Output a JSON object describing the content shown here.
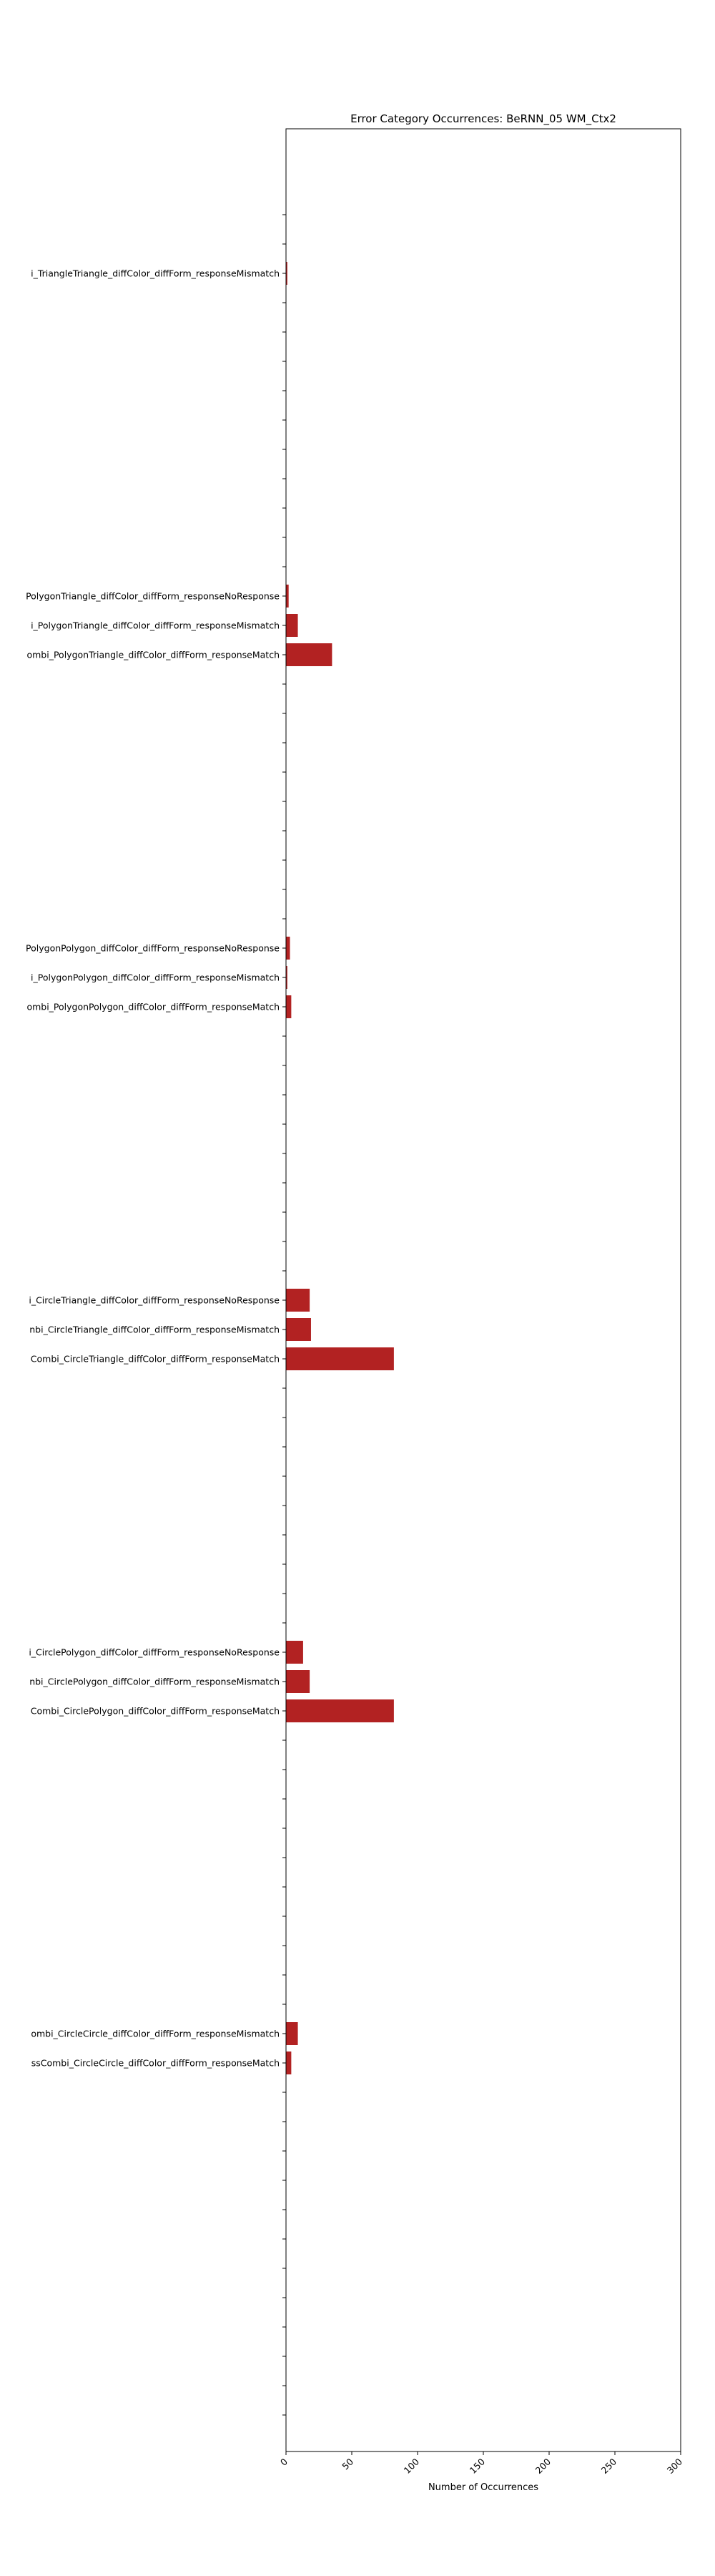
{
  "chart_data": {
    "type": "bar",
    "orientation": "horizontal",
    "title": "Error Category Occurrences: BeRNN_05 WM_Ctx2",
    "xlabel": "Number of Occurrences",
    "ylabel": "",
    "xlim": [
      0,
      300
    ],
    "xticks": [
      0,
      50,
      100,
      150,
      200,
      250,
      300
    ],
    "grid": false,
    "bar_color": "#b22222",
    "num_category_slots": 76,
    "categories_top_to_bottom": [
      {
        "label": "",
        "value": 0
      },
      {
        "label": "",
        "value": 0
      },
      {
        "label": "i_TriangleTriangle_diffColor_diffForm_responseMismatch",
        "value": 1
      },
      {
        "label": "",
        "value": 0
      },
      {
        "label": "",
        "value": 0
      },
      {
        "label": "",
        "value": 0
      },
      {
        "label": "",
        "value": 0
      },
      {
        "label": "",
        "value": 0
      },
      {
        "label": "",
        "value": 0
      },
      {
        "label": "",
        "value": 0
      },
      {
        "label": "",
        "value": 0
      },
      {
        "label": "",
        "value": 0
      },
      {
        "label": "",
        "value": 0
      },
      {
        "label": "PolygonTriangle_diffColor_diffForm_responseNoResponse",
        "value": 2
      },
      {
        "label": "i_PolygonTriangle_diffColor_diffForm_responseMismatch",
        "value": 9
      },
      {
        "label": "ombi_PolygonTriangle_diffColor_diffForm_responseMatch",
        "value": 35
      },
      {
        "label": "",
        "value": 0
      },
      {
        "label": "",
        "value": 0
      },
      {
        "label": "",
        "value": 0
      },
      {
        "label": "",
        "value": 0
      },
      {
        "label": "",
        "value": 0
      },
      {
        "label": "",
        "value": 0
      },
      {
        "label": "",
        "value": 0
      },
      {
        "label": "",
        "value": 0
      },
      {
        "label": "",
        "value": 0
      },
      {
        "label": "PolygonPolygon_diffColor_diffForm_responseNoResponse",
        "value": 3
      },
      {
        "label": "i_PolygonPolygon_diffColor_diffForm_responseMismatch",
        "value": 1
      },
      {
        "label": "ombi_PolygonPolygon_diffColor_diffForm_responseMatch",
        "value": 4
      },
      {
        "label": "",
        "value": 0
      },
      {
        "label": "",
        "value": 0
      },
      {
        "label": "",
        "value": 0
      },
      {
        "label": "",
        "value": 0
      },
      {
        "label": "",
        "value": 0
      },
      {
        "label": "",
        "value": 0
      },
      {
        "label": "",
        "value": 0
      },
      {
        "label": "",
        "value": 0
      },
      {
        "label": "",
        "value": 0
      },
      {
        "label": "i_CircleTriangle_diffColor_diffForm_responseNoResponse",
        "value": 18
      },
      {
        "label": "nbi_CircleTriangle_diffColor_diffForm_responseMismatch",
        "value": 19
      },
      {
        "label": "Combi_CircleTriangle_diffColor_diffForm_responseMatch",
        "value": 82
      },
      {
        "label": "",
        "value": 0
      },
      {
        "label": "",
        "value": 0
      },
      {
        "label": "",
        "value": 0
      },
      {
        "label": "",
        "value": 0
      },
      {
        "label": "",
        "value": 0
      },
      {
        "label": "",
        "value": 0
      },
      {
        "label": "",
        "value": 0
      },
      {
        "label": "",
        "value": 0
      },
      {
        "label": "",
        "value": 0
      },
      {
        "label": "i_CirclePolygon_diffColor_diffForm_responseNoResponse",
        "value": 13
      },
      {
        "label": "nbi_CirclePolygon_diffColor_diffForm_responseMismatch",
        "value": 18
      },
      {
        "label": "Combi_CirclePolygon_diffColor_diffForm_responseMatch",
        "value": 82
      },
      {
        "label": "",
        "value": 0
      },
      {
        "label": "",
        "value": 0
      },
      {
        "label": "",
        "value": 0
      },
      {
        "label": "",
        "value": 0
      },
      {
        "label": "",
        "value": 0
      },
      {
        "label": "",
        "value": 0
      },
      {
        "label": "",
        "value": 0
      },
      {
        "label": "",
        "value": 0
      },
      {
        "label": "",
        "value": 0
      },
      {
        "label": "",
        "value": 0
      },
      {
        "label": "ombi_CircleCircle_diffColor_diffForm_responseMismatch",
        "value": 9
      },
      {
        "label": "ssCombi_CircleCircle_diffColor_diffForm_responseMatch",
        "value": 4
      },
      {
        "label": "",
        "value": 0
      },
      {
        "label": "",
        "value": 0
      },
      {
        "label": "",
        "value": 0
      },
      {
        "label": "",
        "value": 0
      },
      {
        "label": "",
        "value": 0
      },
      {
        "label": "",
        "value": 0
      },
      {
        "label": "",
        "value": 0
      },
      {
        "label": "",
        "value": 0
      },
      {
        "label": "",
        "value": 0
      },
      {
        "label": "",
        "value": 0
      },
      {
        "label": "",
        "value": 0
      },
      {
        "label": "",
        "value": 0
      }
    ]
  }
}
